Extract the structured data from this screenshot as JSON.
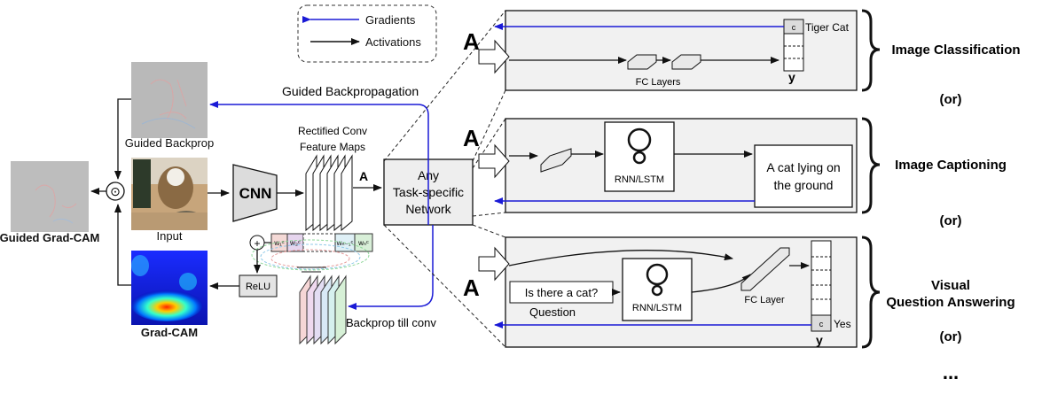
{
  "legend": {
    "gradients": "Gradients",
    "activations": "Activations"
  },
  "left": {
    "guided_gradcam": "Guided Grad-CAM",
    "guided_backprop_caption": "Guided Backprop",
    "input_caption": "Input",
    "gradcam_caption": "Grad-CAM",
    "guided_backpropagation": "Guided Backpropagation",
    "relu": "ReLU",
    "cnn": "CNN",
    "multiply_symbol": "⊙",
    "plus_symbol": "+"
  },
  "center": {
    "rectified_line1": "Rectified Conv",
    "rectified_line2": "Feature Maps",
    "a": "A",
    "backprop_till_conv": "Backprop till conv",
    "weights": [
      "w₁ᶜ",
      "w₂ᶜ",
      "wₙ₋₁ᶜ",
      "wₙᶜ"
    ],
    "network_line1": "Any",
    "network_line2": "Task-specific",
    "network_line3": "Network"
  },
  "panels": {
    "classification": {
      "a": "A",
      "fc_layers": "FC Layers",
      "c": "c",
      "tiger_cat": "Tiger Cat",
      "y": "y"
    },
    "captioning": {
      "a": "A",
      "rnn": "RNN/LSTM",
      "caption_line1": "A cat lying on",
      "caption_line2": "the ground"
    },
    "vqa": {
      "a": "A",
      "question_text": "Is there a cat?",
      "question_label": "Question",
      "rnn": "RNN/LSTM",
      "fc_layer": "FC Layer",
      "c": "c",
      "yes": "Yes",
      "y": "y"
    }
  },
  "tasks": {
    "classification": "Image Classification",
    "or1": "(or)",
    "captioning": "Image Captioning",
    "or2": "(or)",
    "vqa_line1": "Visual",
    "vqa_line2": "Question Answering",
    "or3": "(or)",
    "ellipsis": "..."
  },
  "colors": {
    "gradient_arrow": "#1a1ad6",
    "activation_arrow": "#111111",
    "panel_fill": "#f1f1f1"
  }
}
